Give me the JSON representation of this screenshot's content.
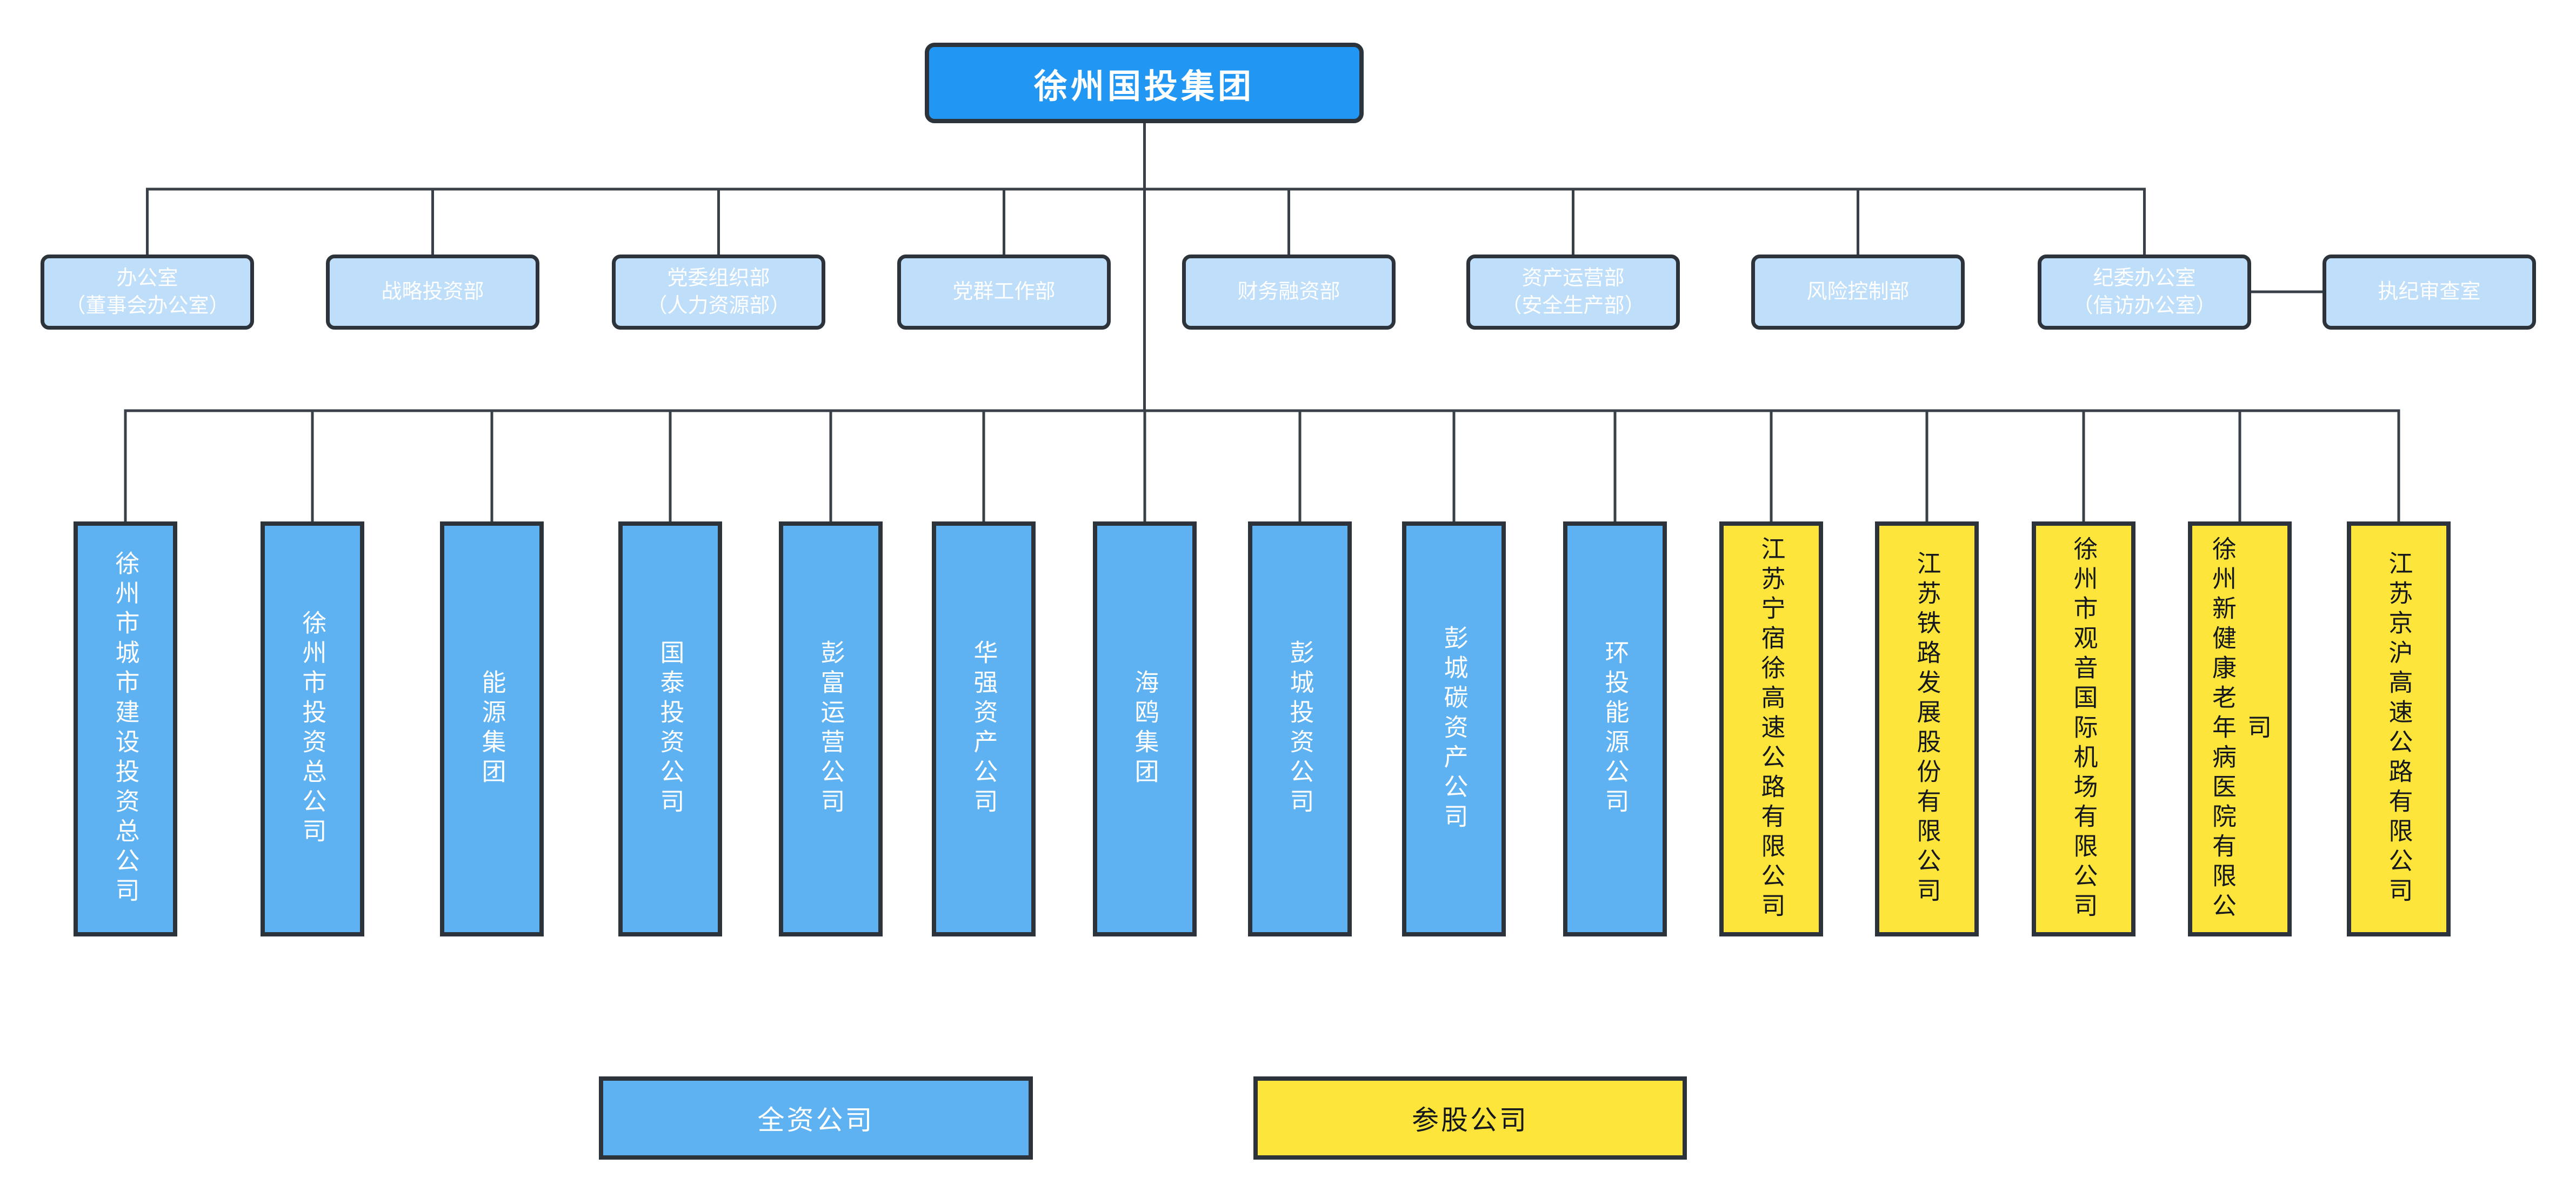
{
  "root": {
    "label": "徐州国投集团"
  },
  "departments": [
    {
      "line1": "办公室",
      "line2": "（董事会办公室）"
    },
    {
      "line1": "战略投资部",
      "line2": ""
    },
    {
      "line1": "党委组织部",
      "line2": "（人力资源部）"
    },
    {
      "line1": "党群工作部",
      "line2": ""
    },
    {
      "line1": "财务融资部",
      "line2": ""
    },
    {
      "line1": "资产运营部",
      "line2": "（安全生产部）"
    },
    {
      "line1": "风险控制部",
      "line2": ""
    },
    {
      "line1": "纪委办公室",
      "line2": "（信访办公室）"
    },
    {
      "line1": "执纪审查室",
      "line2": ""
    }
  ],
  "companies": [
    {
      "name": "徐州市城市建设投资总公司",
      "type": "wholly"
    },
    {
      "name": "徐州市投资总公司",
      "type": "wholly"
    },
    {
      "name": "能源集团",
      "type": "wholly"
    },
    {
      "name": "国泰投资公司",
      "type": "wholly"
    },
    {
      "name": "彭富运营公司",
      "type": "wholly"
    },
    {
      "name": "华强资产公司",
      "type": "wholly"
    },
    {
      "name": "海鸥集团",
      "type": "wholly"
    },
    {
      "name": "彭城投资公司",
      "type": "wholly"
    },
    {
      "name": "彭城碳资产公司",
      "type": "wholly"
    },
    {
      "name": "环投能源公司",
      "type": "wholly"
    },
    {
      "name": "江苏宁宿徐高速公路有限公司",
      "type": "equity"
    },
    {
      "name": "江苏铁路发展股份有限公司",
      "type": "equity"
    },
    {
      "name": "徐州市观音国际机场有限公司",
      "type": "equity"
    },
    {
      "name": "徐州新健康老年病医院有限公司",
      "type": "equity"
    },
    {
      "name": "江苏京沪高速公路有限公司",
      "type": "equity"
    }
  ],
  "legend": [
    {
      "label": "全资公司",
      "type": "wholly"
    },
    {
      "label": "参股公司",
      "type": "equity"
    }
  ],
  "colors": {
    "rootFill": "#2196F3",
    "deptFill": "#BEDEFA",
    "whollyFill": "#5FB2F2",
    "equityFill": "#FDE53C",
    "border": "#2D333B",
    "line": "#3A4048",
    "textLight": "#FFFFFF",
    "textDark": "#15181C",
    "background": "#FFFFFF"
  }
}
